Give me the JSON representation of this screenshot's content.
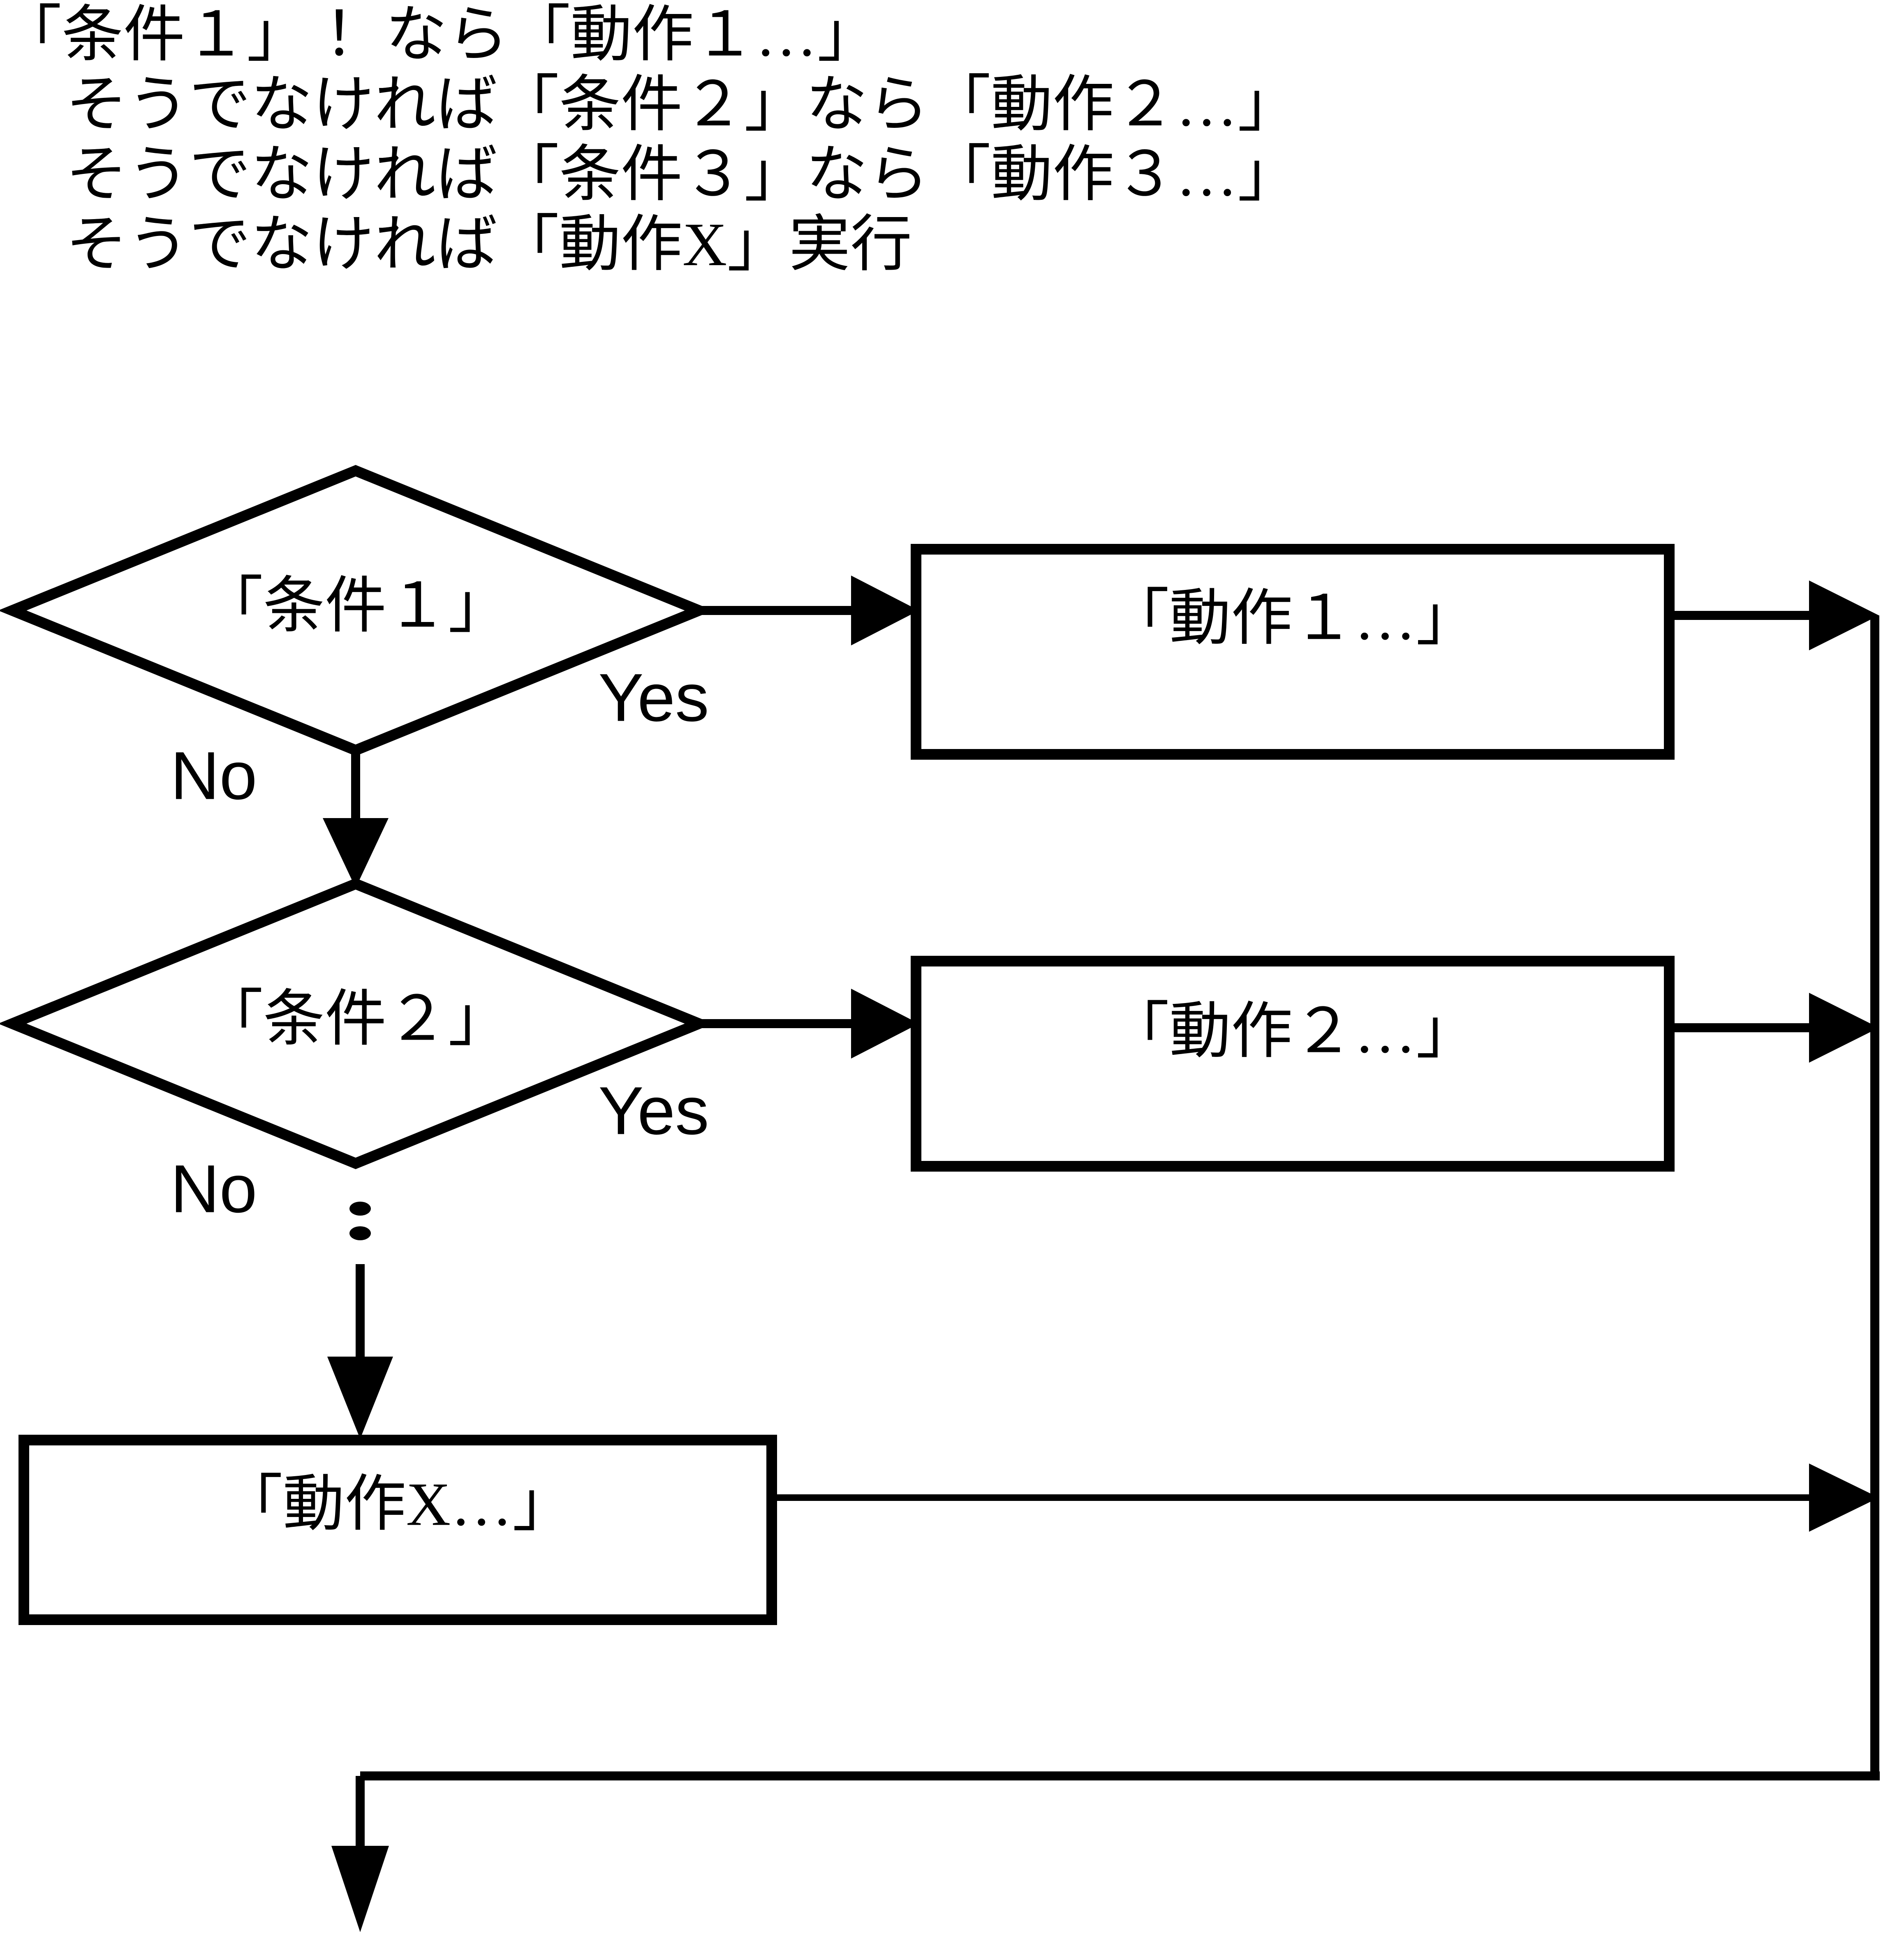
{
  "caption": {
    "lines": [
      "「条件１」 ！なら「動作１…」",
      "そうでなければ「条件２」なら「動作２…」",
      "そうでなければ「条件３」なら「動作３…」",
      "そうでなければ「動作X」実行"
    ]
  },
  "flowchart": {
    "decisions": [
      {
        "id": "cond1",
        "label": "「条件１」",
        "yes_label": "Yes",
        "no_label": "No"
      },
      {
        "id": "cond2",
        "label": "「条件２」",
        "yes_label": "Yes",
        "no_label": "No"
      }
    ],
    "processes": [
      {
        "id": "act1",
        "label": "「動作１…」"
      },
      {
        "id": "act2",
        "label": "「動作２…」"
      },
      {
        "id": "actx",
        "label": "「動作X…」"
      }
    ],
    "ellipsis_marker": "⋮",
    "colors": {
      "stroke": "#000000",
      "fill": "#ffffff",
      "background": "#ffffff"
    }
  }
}
